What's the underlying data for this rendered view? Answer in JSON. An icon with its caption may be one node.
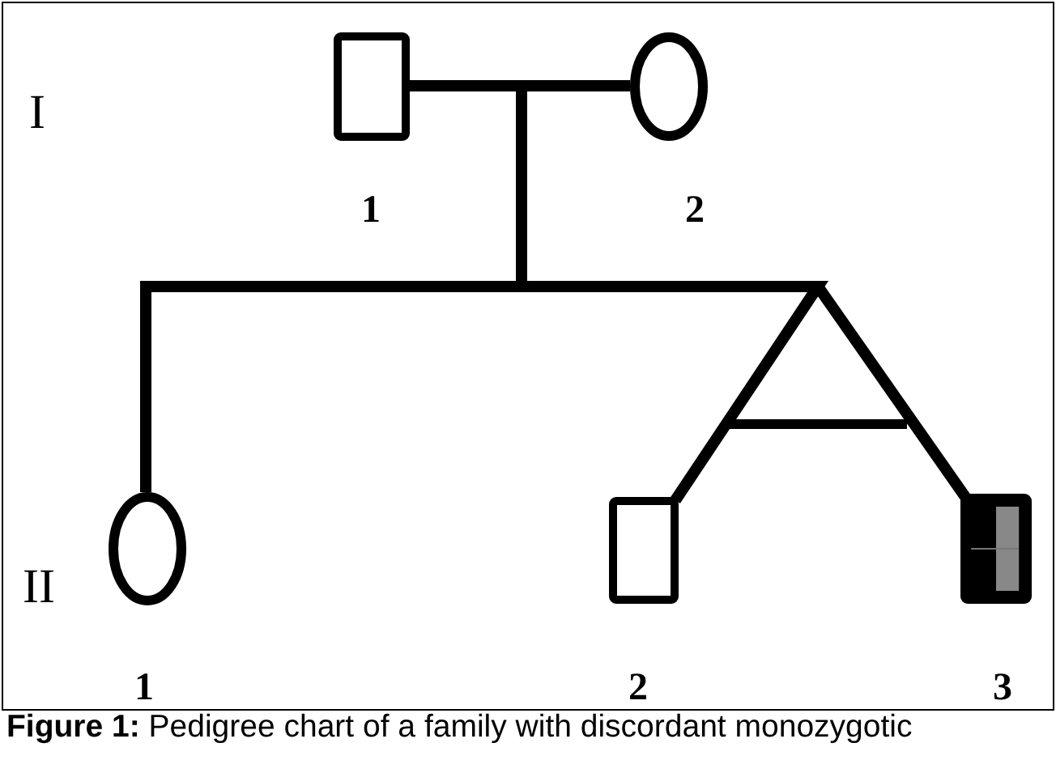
{
  "diagram": {
    "caption": "**Figure 1:** Pedigree chart of a family with discordant monozygotic",
    "nodes": [
      {
        "text": [],
        "shape": "box",
        "beside": [
          "1"
        ]
      },
      {
        "text": [],
        "shape": "circle",
        "beside": [
          "2"
        ]
      },
      {
        "text": [],
        "shape": "circle",
        "beside": [
          "1"
        ]
      },
      {
        "text": [],
        "shape": "box",
        "beside": [
          "2"
        ]
      },
      {
        "text": [],
        "shape": "box",
        "beside": [
          "3"
        ]
      }
    ],
    "edges": [
      {
        "from": 0,
        "to": 1,
        "arrow": "none"
      },
      {
        "from": 0,
        "to": 2,
        "arrow": "none"
      },
      {
        "from": 0,
        "to": 3,
        "arrow": "none"
      },
      {
        "from": 0,
        "to": 4,
        "arrow": "none"
      }
    ],
    "labels": [
      "I",
      "II"
    ]
  }
}
